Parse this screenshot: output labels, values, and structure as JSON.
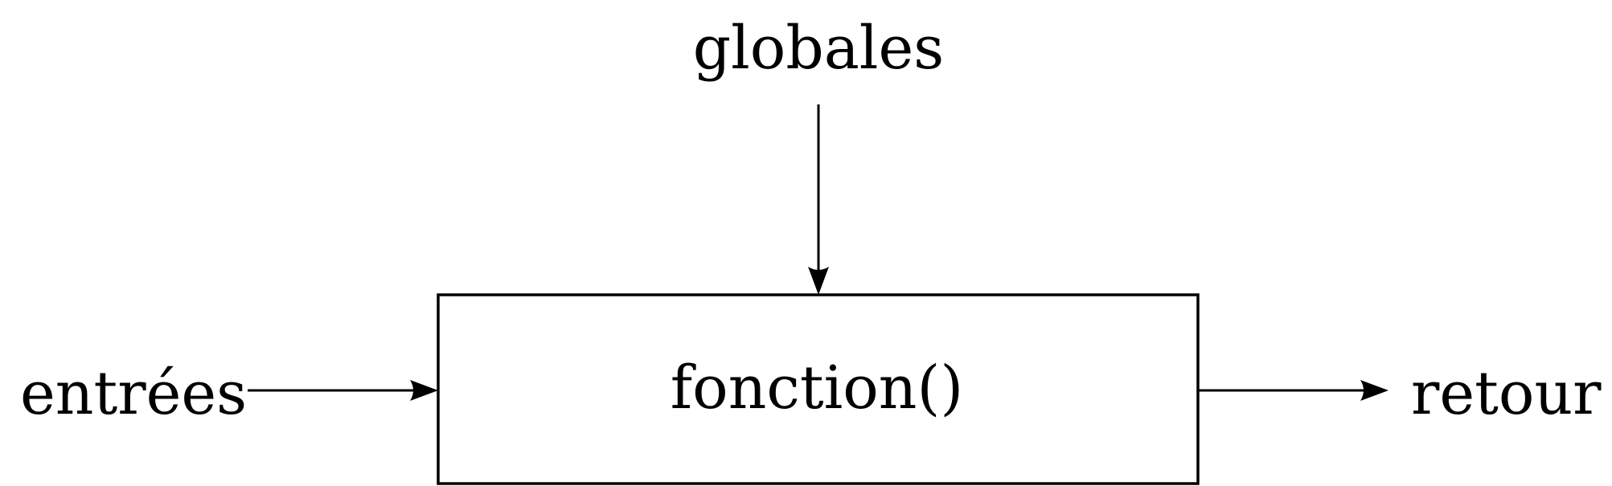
{
  "diagram": {
    "top_label": "globales",
    "left_label": "entrées",
    "box_label": "fonction()",
    "right_label": "retour"
  }
}
